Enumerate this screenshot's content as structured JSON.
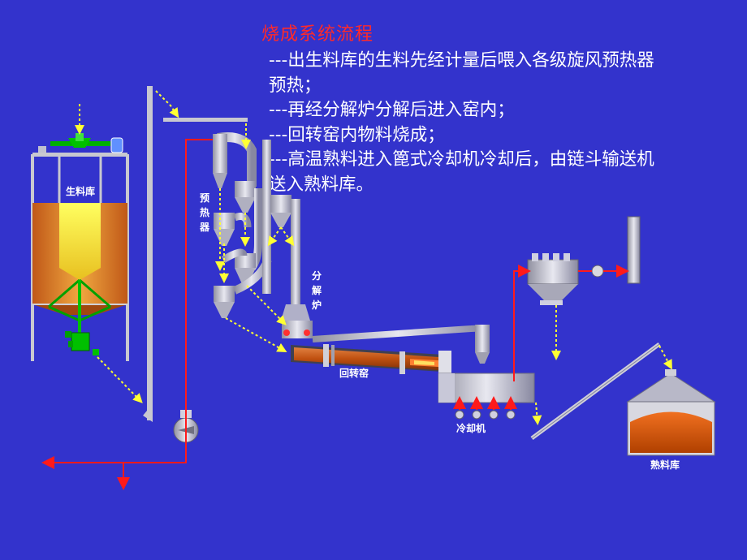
{
  "title": "烧成系统流程",
  "description": [
    "---出生料库的生料先经计量后喂入各级旋风预热器",
    "预热；",
    "---再经分解炉分解后进入窑内；",
    "---回转窑内物料烧成；",
    "---高温熟料进入篦式冷却机冷却后，由链斗输送机",
    "送入熟料库。"
  ],
  "labels": {
    "raw_silo": "生料库",
    "preheater_chars": [
      "预",
      "热",
      "器"
    ],
    "calciner_chars": [
      "分",
      "解",
      "炉"
    ],
    "kiln": "回转窑",
    "cooler": "冷却机",
    "clinker_silo": "熟料库"
  },
  "colors": {
    "background": "#3333cc",
    "title": "#ff2a2a",
    "gas_flow": "#ff1a1a",
    "material_flow": "#ffff33",
    "equipment": "#c0c0c8",
    "raw_meal": "#e8a030",
    "clinker": "#e06010"
  }
}
